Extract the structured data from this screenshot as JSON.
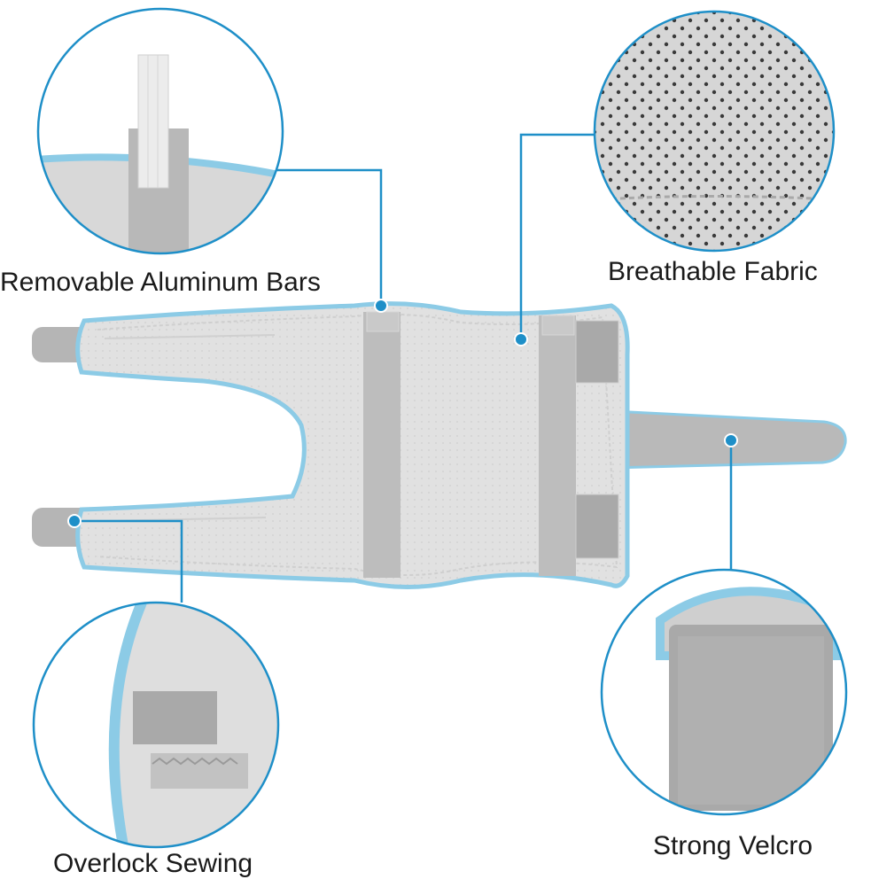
{
  "callouts": {
    "aluminum_bars": "Removable Aluminum Bars",
    "breathable_fabric": "Breathable Fabric",
    "overlock_sewing": "Overlock Sewing",
    "strong_velcro": "Strong Velcro"
  },
  "colors": {
    "accent_line": "#1e8fc8",
    "trim_blue": "#8ccbe6",
    "fabric_light": "#e3e3e3",
    "fabric_mid": "#c9c9c9",
    "velcro_gray": "#a9a9a9"
  }
}
